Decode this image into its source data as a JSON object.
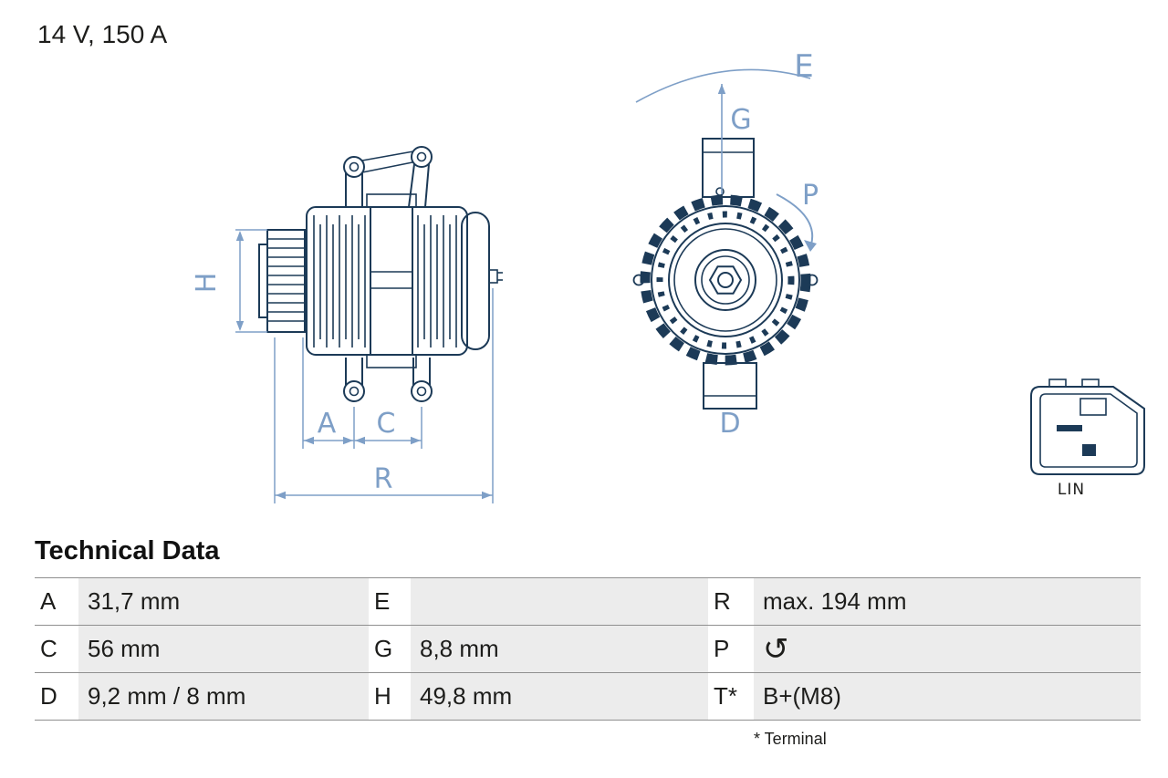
{
  "header": {
    "title": "14 V, 150 A"
  },
  "diagram": {
    "side_view": {
      "dim_h": "H",
      "dim_a": "A",
      "dim_c": "C",
      "dim_r": "R"
    },
    "front_view": {
      "dim_e": "E",
      "dim_g": "G",
      "dim_p": "P",
      "dim_d": "D"
    },
    "connector": {
      "label": "LIN"
    },
    "colors": {
      "line": "#1c3a57",
      "dimension": "#7e9fc7"
    }
  },
  "table": {
    "heading": "Technical Data",
    "footnote": "* Terminal",
    "value_bg": "#ececec",
    "rows": [
      {
        "c0k": "A",
        "c0v": "31,7 mm",
        "c1k": "E",
        "c1v": "",
        "c2k": "R",
        "c2v": "max. 194 mm"
      },
      {
        "c0k": "C",
        "c0v": "56 mm",
        "c1k": "G",
        "c1v": "8,8 mm",
        "c2k": "P",
        "c2v": "↺"
      },
      {
        "c0k": "D",
        "c0v": "9,2 mm / 8 mm",
        "c1k": "H",
        "c1v": "49,8 mm",
        "c2k": "T*",
        "c2v": "B+(M8)"
      }
    ]
  }
}
